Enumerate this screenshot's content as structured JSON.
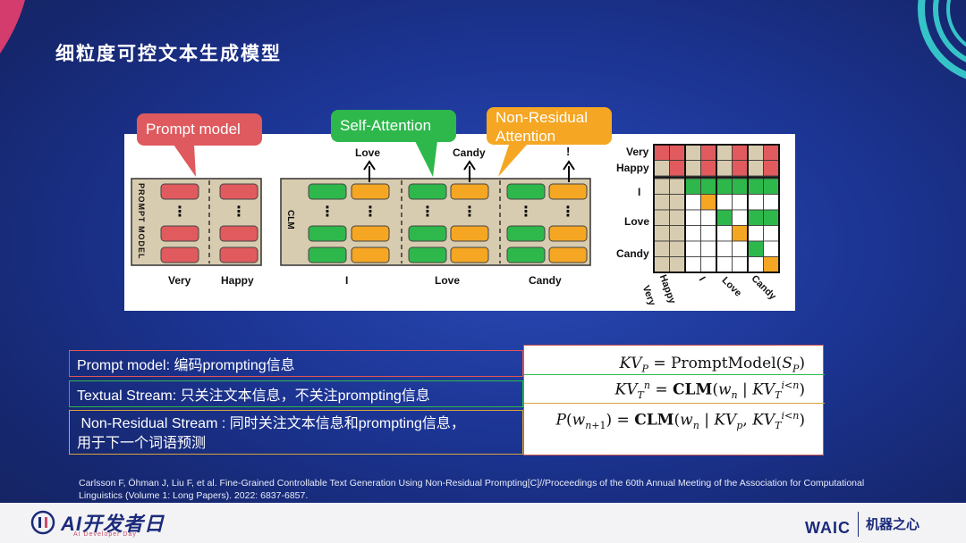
{
  "slide": {
    "title": "细粒度可控文本生成模型"
  },
  "figure": {
    "callouts": {
      "prompt_model": "Prompt model",
      "self_attention": "Self-Attention",
      "non_residual_line1": "Non-Residual",
      "non_residual_line2": "Attention"
    },
    "prompt_side_label": "PROMPT MODEL",
    "clm_side_label": "CLM",
    "prompt_inputs": [
      "Very",
      "Happy"
    ],
    "clm_inputs": [
      "I",
      "Love",
      "Candy"
    ],
    "clm_outputs": [
      "Love",
      "Candy",
      "!"
    ],
    "matrix_row_labels": [
      "Very",
      "Happy",
      "I",
      "Love",
      "Candy"
    ],
    "matrix_col_labels": [
      "Very",
      "Happy",
      "I",
      "Love",
      "Candy"
    ],
    "colors": {
      "prompt": "#e05a5e",
      "self": "#2eb84c",
      "nonres": "#f5a623",
      "masked": "#d8ccb0"
    }
  },
  "table": {
    "rows": [
      {
        "label": "Prompt model: 编码prompting信息"
      },
      {
        "label": "Textual Stream: 只关注文本信息，不关注prompting信息"
      },
      {
        "label": " Non-Residual Stream : 同时关注文本信息和prompting信息，",
        "label2": "用于下一个词语预测"
      }
    ]
  },
  "reference": {
    "line1": "Carlsson F, Öhman J, Liu F, et al. Fine-Grained Controllable Text Generation Using Non-Residual Prompting[C]//Proceedings of the 60th Annual Meeting of the Association for Computational",
    "line2": "Linguistics (Volume 1: Long Papers). 2022: 6837-6857."
  },
  "footer": {
    "left_logo": "AI开发者日",
    "left_logo_sub": "AI Developer Day",
    "right_logo_1": "WAIC",
    "right_logo_2": "机器之心"
  }
}
